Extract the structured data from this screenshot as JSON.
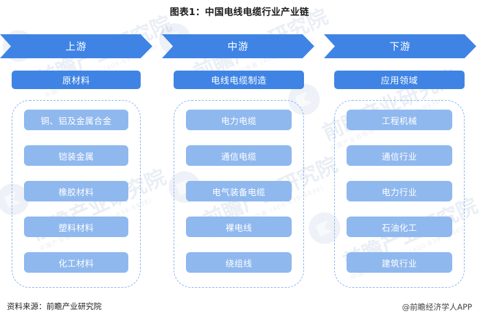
{
  "title": "图表1：中国电线电缆行业产业链",
  "columns": [
    {
      "stage_label": "上游",
      "category_label": "原材料",
      "items": [
        "铜、铝及金属合金",
        "铠装金属",
        "橡胶材料",
        "塑料材料",
        "化工材料"
      ]
    },
    {
      "stage_label": "中游",
      "category_label": "电线电缆制造",
      "items": [
        "电力电缆",
        "通信电缆",
        "电气装备电缆",
        "裸电线",
        "绕组线"
      ]
    },
    {
      "stage_label": "下游",
      "category_label": "应用领域",
      "items": [
        "工程机械",
        "通信行业",
        "电力行业",
        "石油化工",
        "建筑行业"
      ]
    }
  ],
  "footer": {
    "source": "资料来源：前瞻产业研究院",
    "attribution": "@前瞻经济学人APP"
  },
  "watermark": {
    "main": "前瞻产业研究院",
    "sub": "中国产业咨询领导者 (400-639-9936)"
  },
  "colors": {
    "primary": "#3f84e4",
    "secondary": "#8fb8ee",
    "dashed_border": "#8ab4f0",
    "title_text": "#1a1a1a",
    "box_text": "#ffffff"
  },
  "chart_data": {
    "type": "diagram",
    "title": "图表1：中国电线电缆行业产业链",
    "layout": "three-column industry value chain",
    "stages": [
      {
        "stage": "上游",
        "category": "原材料",
        "nodes": [
          "铜、铝及金属合金",
          "铠装金属",
          "橡胶材料",
          "塑料材料",
          "化工材料"
        ]
      },
      {
        "stage": "中游",
        "category": "电线电缆制造",
        "nodes": [
          "电力电缆",
          "通信电缆",
          "电气装备电缆",
          "裸电线",
          "绕组线"
        ]
      },
      {
        "stage": "下游",
        "category": "应用领域",
        "nodes": [
          "工程机械",
          "通信行业",
          "电力行业",
          "石油化工",
          "建筑行业"
        ]
      }
    ]
  }
}
